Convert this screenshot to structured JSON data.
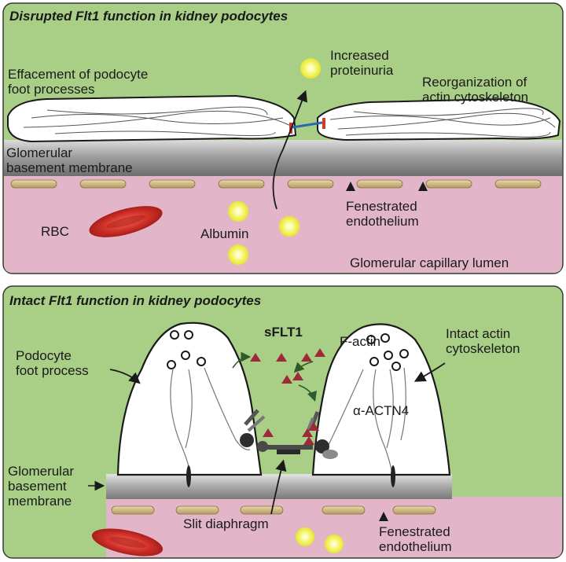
{
  "top_panel": {
    "title": "Disrupted Flt1 function in kidney podocytes",
    "effacement_line1": "Effacement of podocyte",
    "effacement_line2": "foot processes",
    "proteinuria_line1": "Increased",
    "proteinuria_line2": "proteinuria",
    "reorg_line1": "Reorganization of",
    "reorg_line2": "actin cytoskeleton",
    "gbm_line1": "Glomerular",
    "gbm_line2": "basement membrane",
    "rbc": "RBC",
    "albumin": "Albumin",
    "fenestrated_line1": "Fenestrated",
    "fenestrated_line2": "endothelium",
    "lumen": "Glomerular capillary lumen"
  },
  "bottom_panel": {
    "title": "Intact Flt1 function in kidney podocytes",
    "sflt1": "sFLT1",
    "podocyte_line1": "Podocyte",
    "podocyte_line2": "foot process",
    "factin": "F-actin",
    "intact_line1": "Intact actin",
    "intact_line2": "cytoskeleton",
    "actn4": "α-ACTN4",
    "gbm_line1": "Glomerular",
    "gbm_line2": "basement",
    "gbm_line3": "membrane",
    "slit": "Slit diaphragm",
    "fenestrated_line1": "Fenestrated",
    "fenestrated_line2": "endothelium"
  },
  "colors": {
    "panel_green": "#a9cf87",
    "lumen_pink": "#e2b6c8",
    "membrane_gray": "#9a9a9a",
    "rbc_red": "#d3322a",
    "albumin_yellow": "#f2f23c",
    "sflt1_red": "#9c2a3a"
  }
}
